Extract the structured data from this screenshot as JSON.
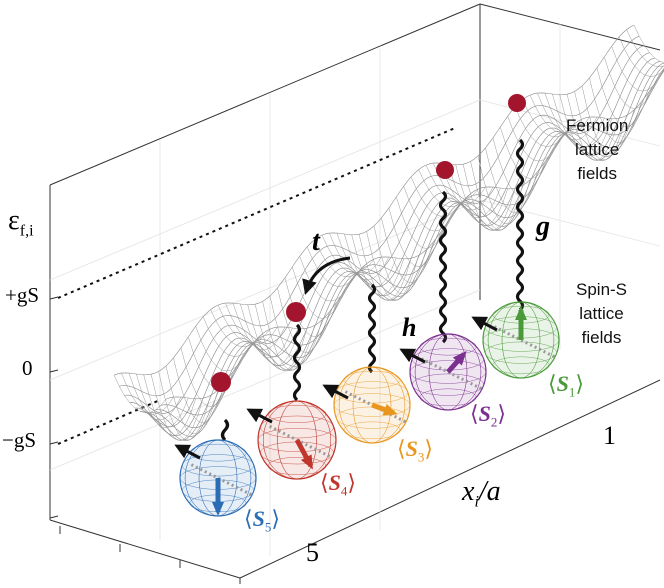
{
  "labels": {
    "energy_symbol": "ε",
    "energy_subscript": "f,i",
    "plus_gS": "+gS",
    "zero": "0",
    "minus_gS": "−gS",
    "hopping": "t",
    "coupling_g": "g",
    "field_h": "h",
    "axis_x_var": "x",
    "axis_x_sub": "i",
    "axis_x_unit": "/a",
    "tick_1": "1",
    "tick_5": "5",
    "fermion_line1": "Fermion",
    "fermion_line2": "lattice",
    "fermion_line3": "fields",
    "spin_line1": "Spin-S",
    "spin_line2": "lattice",
    "spin_line3": "fields"
  },
  "spins": [
    {
      "index": "1",
      "color": "#4a9a3a"
    },
    {
      "index": "2",
      "color": "#7b2f8f"
    },
    {
      "index": "3",
      "color": "#e8961e"
    },
    {
      "index": "4",
      "color": "#c0362c"
    },
    {
      "index": "5",
      "color": "#2a6db5"
    }
  ],
  "colors": {
    "fermion_ball": "#a3152c",
    "mesh": "#8a8a8a",
    "field_arrow": "#111111"
  }
}
